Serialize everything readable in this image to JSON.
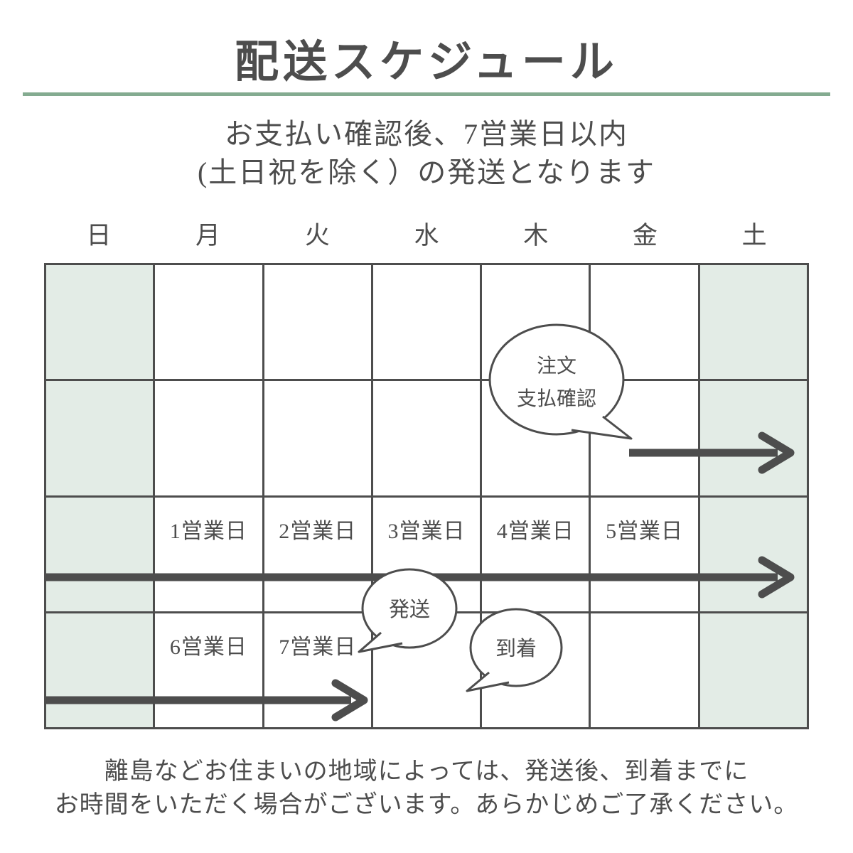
{
  "title": "配送スケジュール",
  "subtitle": {
    "line1": "お支払い確認後、7営業日以内",
    "line2": "(土日祝を除く）の発送となります"
  },
  "calendar": {
    "day_headers": [
      "日",
      "月",
      "火",
      "水",
      "木",
      "金",
      "土"
    ],
    "business_days": [
      "1営業日",
      "2営業日",
      "3営業日",
      "4営業日",
      "5営業日",
      "6営業日",
      "7営業日"
    ]
  },
  "bubbles": {
    "order": {
      "line1": "注文",
      "line2": "支払確認"
    },
    "shipping": "発送",
    "arrival": "到着"
  },
  "footer": {
    "line1": "離島などお住まいの地域によっては、発送後、到着までに",
    "line2": "お時間をいただく場合がございます。あらかじめご了承ください。"
  },
  "colors": {
    "text": "#4d4d4d",
    "line": "#4d4d4d",
    "accent_green": "#84ab90",
    "weekend_bg": "#e3ece6"
  }
}
